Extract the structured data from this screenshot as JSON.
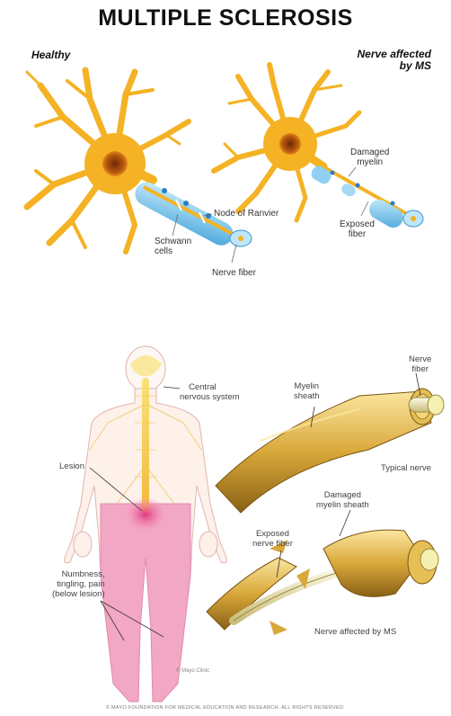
{
  "title": "MULTIPLE SCLEROSIS",
  "top_panel": {
    "healthy_label": "Healthy",
    "affected_label_line1": "Nerve affected",
    "affected_label_line2": "by MS",
    "node_of_ranvier": "Node of Ranvier",
    "schwann_line1": "Schwann",
    "schwann_line2": "cells",
    "nerve_fiber": "Nerve fiber",
    "damaged_myelin_line1": "Damaged",
    "damaged_myelin_line2": "myelin",
    "exposed_fiber_line1": "Exposed",
    "exposed_fiber_line2": "fiber"
  },
  "bottom_panel": {
    "cns_line1": "Central",
    "cns_line2": "nervous system",
    "lesion": "Lesion",
    "numbness_line1": "Numbness,",
    "numbness_line2": "tingling, pain",
    "numbness_line3": "(below lesion)",
    "credit": "© Mayo Clinic",
    "myelin_sheath_line1": "Myelin",
    "myelin_sheath_line2": "sheath",
    "nerve_fiber_line1": "Nerve",
    "nerve_fiber_line2": "fiber",
    "typical_nerve": "Typical nerve",
    "damaged_sheath_line1": "Damaged",
    "damaged_sheath_line2": "myelin sheath",
    "exposed_nerve_line1": "Exposed",
    "exposed_nerve_line2": "nerve fiber",
    "affected_caption": "Nerve affected by MS"
  },
  "footer": "© MAYO FOUNDATION FOR MEDICAL EDUCATION AND RESEARCH. ALL RIGHTS RESERVED.",
  "colors": {
    "neuron": "#f4b224",
    "neuron_core": "#b8570f",
    "myelin_blue": "#8fd0f2",
    "body_pink": "#f2a7c4",
    "nerve_gold": "#d9a83a",
    "lesion": "#e0307a"
  }
}
